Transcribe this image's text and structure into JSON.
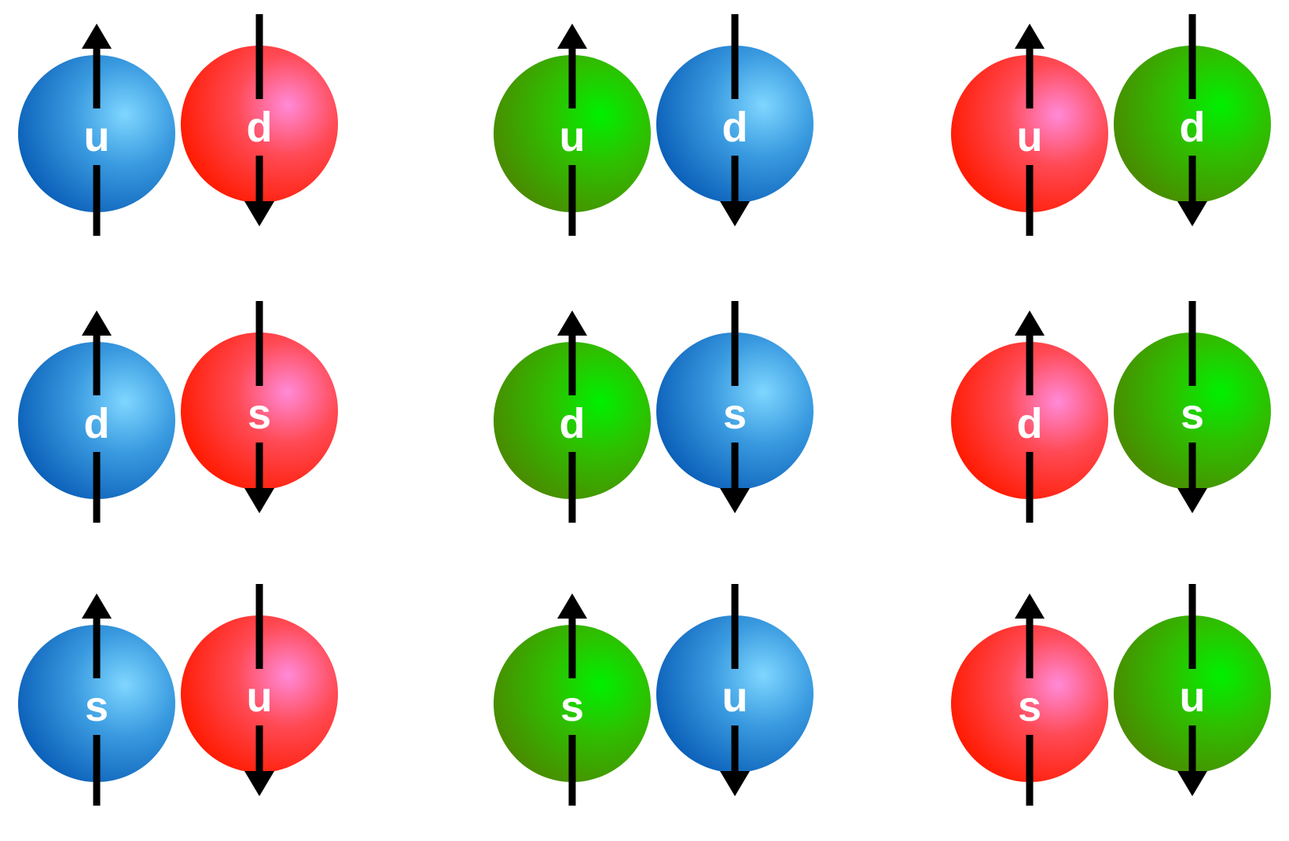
{
  "colors": {
    "blue": {
      "light": "#7fd6ff",
      "mid": "#3a9be0",
      "dark": "#0b5fb8"
    },
    "red": {
      "light": "#ff8ad8",
      "mid": "#ff4a55",
      "dark": "#ff1a00"
    },
    "green": {
      "light": "#00f000",
      "mid": "#2fbf00",
      "dark": "#4a8a00"
    },
    "arrow": "#000000",
    "label": "#ffffff"
  },
  "diagram": {
    "rows": [
      {
        "pairs": [
          {
            "left": {
              "flavor": "u",
              "color": "blue",
              "spin": "up"
            },
            "right": {
              "flavor": "d",
              "color": "red",
              "spin": "down"
            }
          },
          {
            "left": {
              "flavor": "u",
              "color": "green",
              "spin": "up"
            },
            "right": {
              "flavor": "d",
              "color": "blue",
              "spin": "down"
            }
          },
          {
            "left": {
              "flavor": "u",
              "color": "red",
              "spin": "up"
            },
            "right": {
              "flavor": "d",
              "color": "green",
              "spin": "down"
            }
          }
        ]
      },
      {
        "pairs": [
          {
            "left": {
              "flavor": "d",
              "color": "blue",
              "spin": "up"
            },
            "right": {
              "flavor": "s",
              "color": "red",
              "spin": "down"
            }
          },
          {
            "left": {
              "flavor": "d",
              "color": "green",
              "spin": "up"
            },
            "right": {
              "flavor": "s",
              "color": "blue",
              "spin": "down"
            }
          },
          {
            "left": {
              "flavor": "d",
              "color": "red",
              "spin": "up"
            },
            "right": {
              "flavor": "s",
              "color": "green",
              "spin": "down"
            }
          }
        ]
      },
      {
        "pairs": [
          {
            "left": {
              "flavor": "s",
              "color": "blue",
              "spin": "up"
            },
            "right": {
              "flavor": "u",
              "color": "red",
              "spin": "down"
            }
          },
          {
            "left": {
              "flavor": "s",
              "color": "green",
              "spin": "up"
            },
            "right": {
              "flavor": "u",
              "color": "blue",
              "spin": "down"
            }
          },
          {
            "left": {
              "flavor": "s",
              "color": "red",
              "spin": "up"
            },
            "right": {
              "flavor": "u",
              "color": "green",
              "spin": "down"
            }
          }
        ]
      }
    ]
  }
}
